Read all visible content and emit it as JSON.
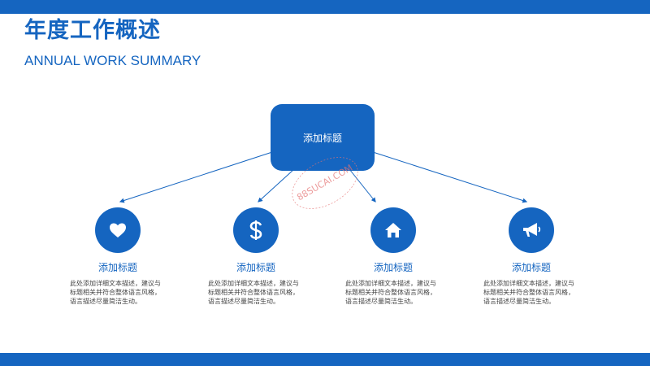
{
  "header": {
    "title_cn": "年度工作概述",
    "title_en": "ANNUAL WORK SUMMARY"
  },
  "main": {
    "central_title": "添加标题"
  },
  "items": [
    {
      "icon": "heart-icon",
      "title": "添加标题",
      "desc": "此处添加详细文本描述，建议与标题相关并符合整体语言风格，语言描述尽量简洁生动。"
    },
    {
      "icon": "dollar-icon",
      "title": "添加标题",
      "desc": "此处添加详细文本描述，建议与标题相关并符合整体语言风格，语言描述尽量简洁生动。"
    },
    {
      "icon": "home-icon",
      "title": "添加标题",
      "desc": "此处添加详细文本描述，建议与标题相关并符合整体语言风格，语言描述尽量简洁生动。"
    },
    {
      "icon": "megaphone-icon",
      "title": "添加标题",
      "desc": "此处添加详细文本描述，建议与标题相关并符合整体语言风格，语言描述尽量简洁生动。"
    }
  ],
  "watermark": {
    "text": "88SUCAI.COM"
  },
  "colors": {
    "accent": "#1565c0",
    "text": "#444444",
    "watermark": "#e57373"
  }
}
